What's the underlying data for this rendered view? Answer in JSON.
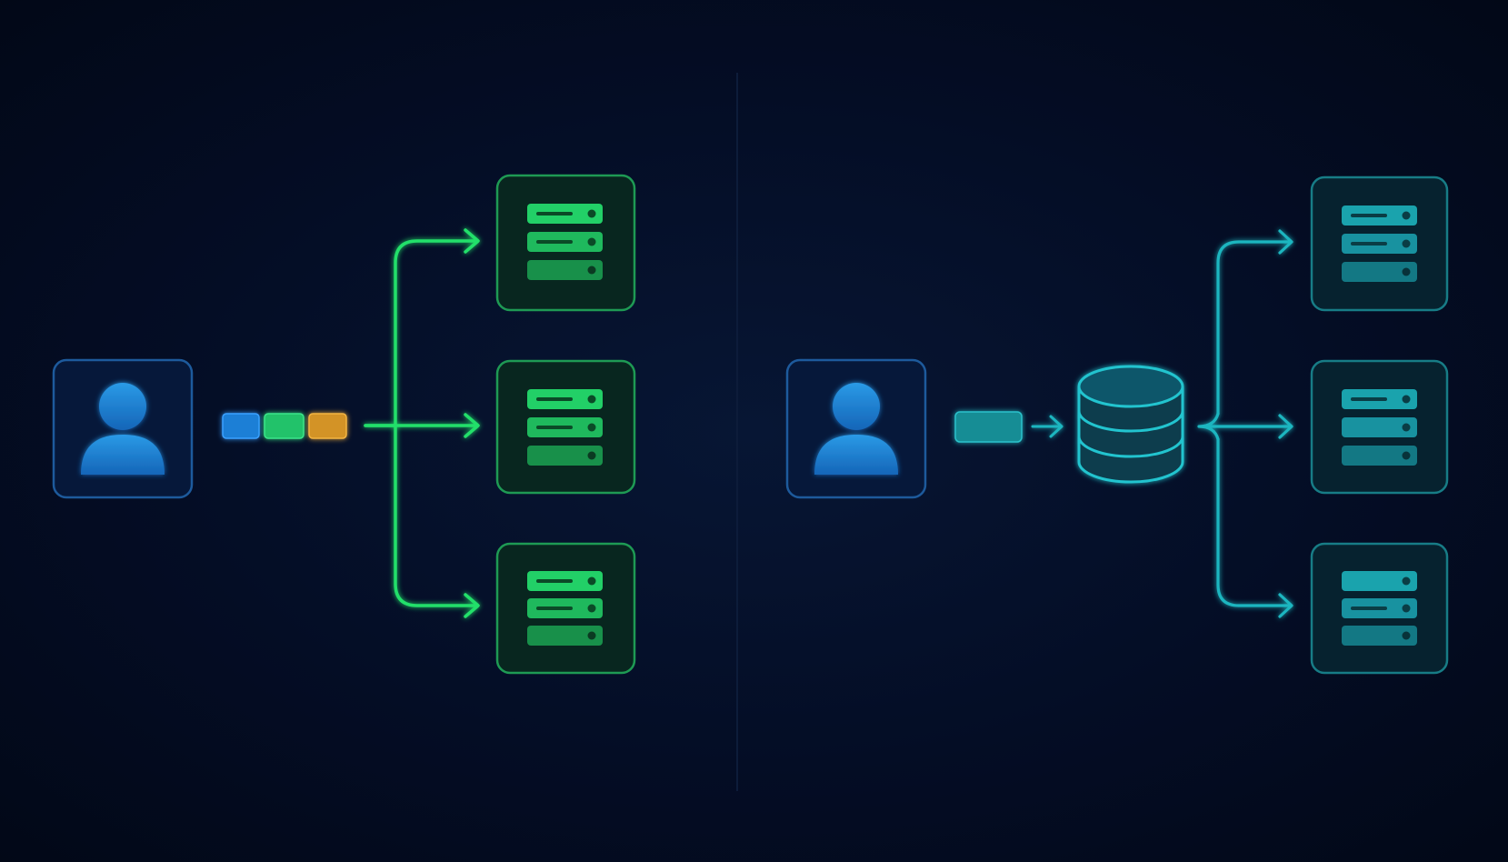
{
  "colors": {
    "background": "#040d25",
    "divider": "#0c1a36",
    "user": "#1e88d8",
    "user_frame": "#1d5a9c",
    "green": "#22e06a",
    "green_frame": "#1e9a54",
    "teal": "#1fb6c0",
    "teal_frame": "#177c86",
    "packet_blue": "#1c7fd6",
    "packet_green": "#21c26a",
    "packet_amber": "#d39325"
  },
  "left_panel": {
    "user": {
      "icon": "user-icon"
    },
    "packets": [
      {
        "color": "packet_blue"
      },
      {
        "color": "packet_green"
      },
      {
        "color": "packet_amber"
      }
    ],
    "servers": [
      {
        "icon": "server-icon"
      },
      {
        "icon": "server-icon"
      },
      {
        "icon": "server-icon"
      }
    ]
  },
  "right_panel": {
    "user": {
      "icon": "user-icon"
    },
    "packets": [
      {
        "color": "teal"
      }
    ],
    "store": {
      "icon": "database-icon"
    },
    "servers": [
      {
        "icon": "server-icon"
      },
      {
        "icon": "server-icon"
      },
      {
        "icon": "server-icon"
      }
    ]
  }
}
